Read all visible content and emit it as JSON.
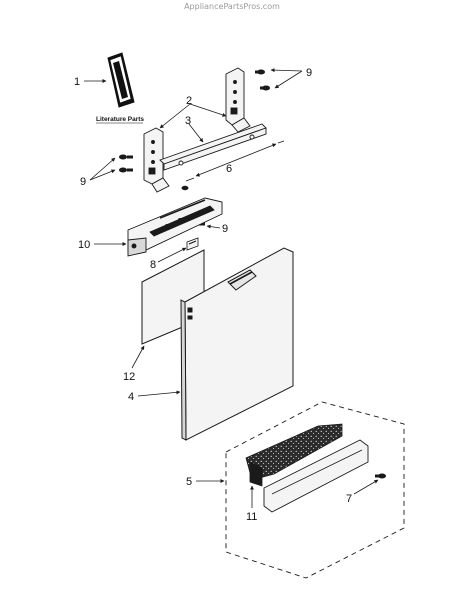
{
  "watermark": "AppliancePartsPros.com",
  "literature_label": "Literature Parts",
  "callouts": {
    "c1": "1",
    "c2": "2",
    "c3": "3",
    "c4": "4",
    "c5": "5",
    "c6": "6",
    "c7": "7",
    "c8": "8",
    "c9a": "9",
    "c9b": "9",
    "c9c": "9",
    "c10": "10",
    "c11": "11",
    "c12": "12"
  },
  "colors": {
    "line": "#1a1a1a",
    "part_fill_light": "#f4f4f4",
    "part_fill_dark": "#2a2a2a"
  }
}
